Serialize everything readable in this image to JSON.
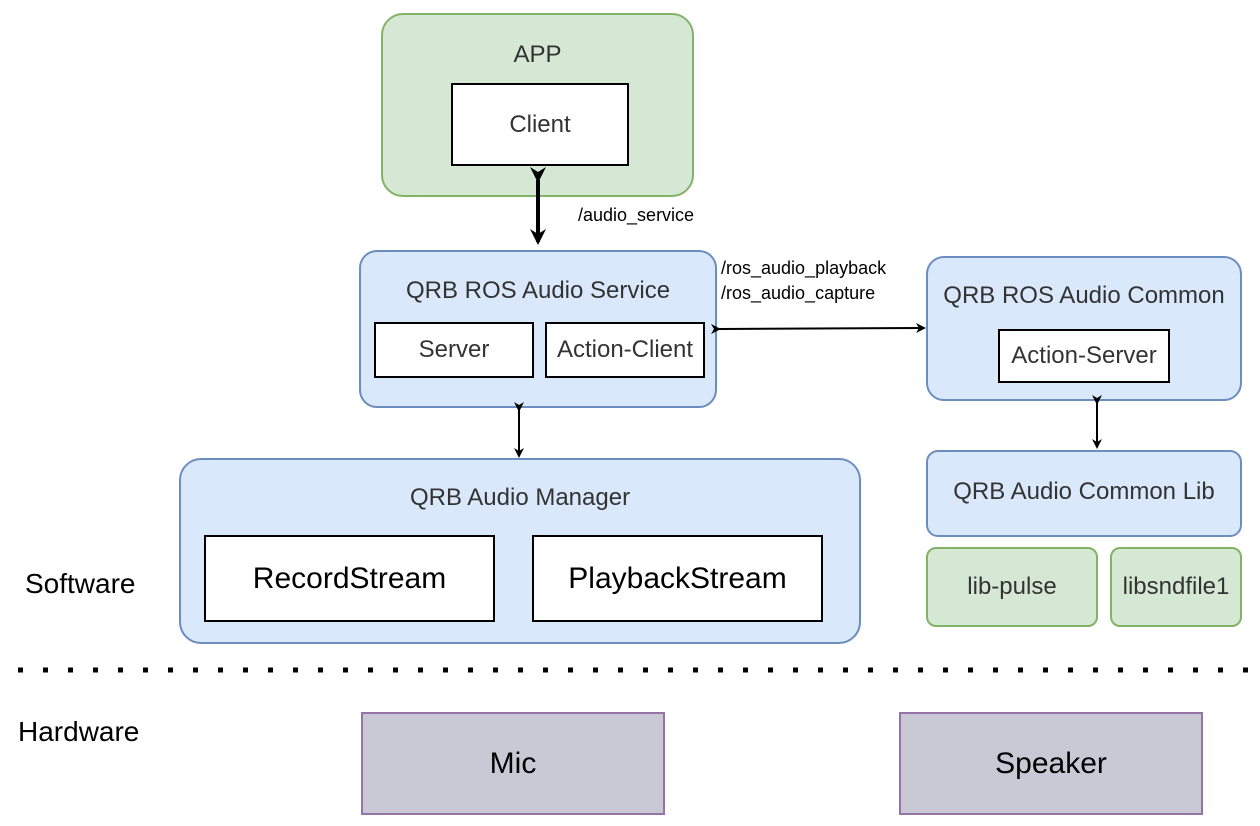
{
  "app": {
    "title": "APP",
    "client": "Client"
  },
  "audio_service_label": "/audio_service",
  "ros_topics": {
    "playback": "/ros_audio_playback",
    "capture": "/ros_audio_capture"
  },
  "ros_audio_service": {
    "title": "QRB ROS Audio Service",
    "server": "Server",
    "action_client": "Action-Client"
  },
  "ros_audio_common": {
    "title": "QRB ROS Audio Common",
    "action_server": "Action-Server"
  },
  "audio_common_lib": {
    "title": "QRB Audio Common Lib",
    "lib_pulse": "lib-pulse",
    "libsndfile": "libsndfile1"
  },
  "audio_manager": {
    "title": "QRB Audio Manager",
    "record_stream": "RecordStream",
    "playback_stream": "PlaybackStream"
  },
  "sections": {
    "software": "Software",
    "hardware": "Hardware"
  },
  "hardware": {
    "mic": "Mic",
    "speaker": "Speaker"
  },
  "colors": {
    "green_fill": "#d5e8d4",
    "green_stroke": "#82b366",
    "blue_fill": "#dae8fc",
    "blue_stroke": "#6c8ebf",
    "purple_fill": "#c9c9d6",
    "purple_stroke": "#9673a6"
  }
}
